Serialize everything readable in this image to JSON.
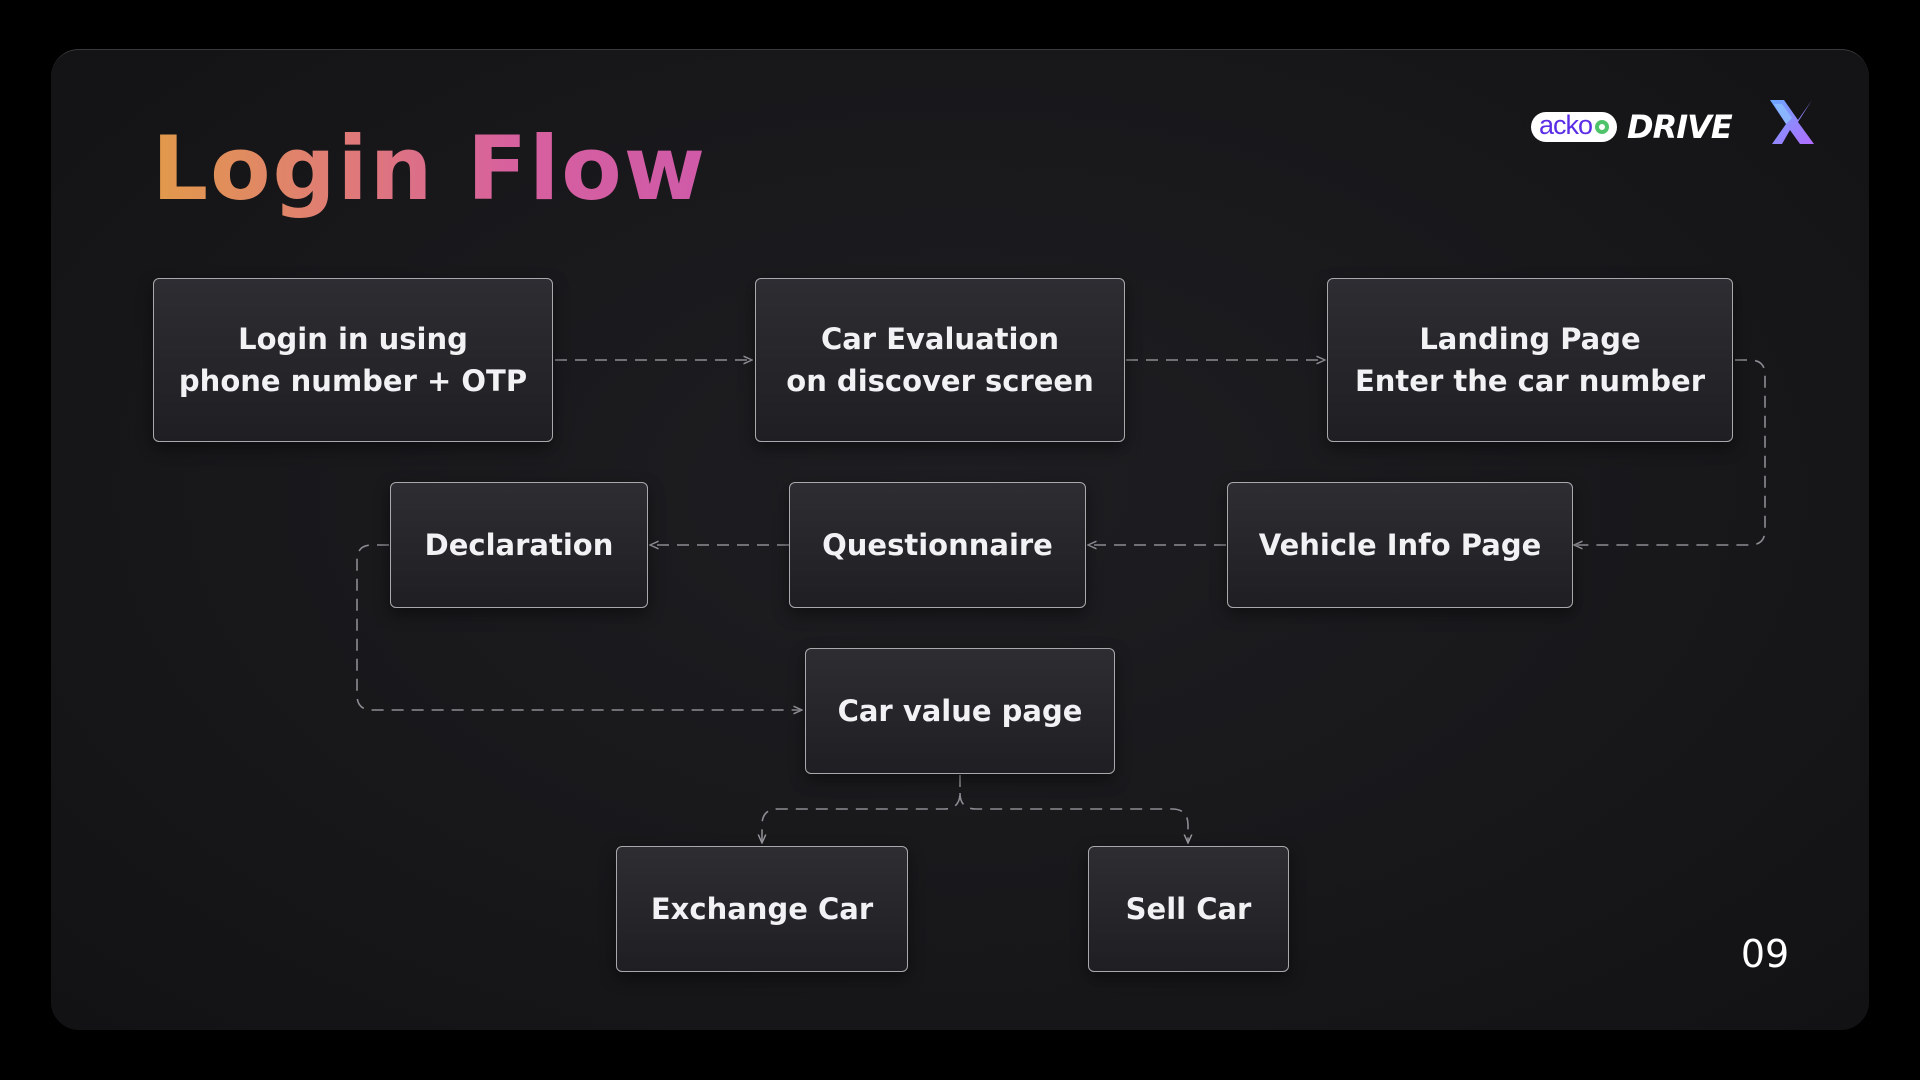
{
  "slide": {
    "title": "Login Flow",
    "page_number": "09"
  },
  "brand": {
    "acko_label": "acko",
    "drive_label": "DRIVE",
    "partner_logo": "x-partner-logo",
    "colors": {
      "acko_purple": "#5b2ee6",
      "acko_green": "#4fc36a",
      "partner_blue": "#6aa8ff",
      "partner_purple": "#b36bff"
    }
  },
  "title_gradient": [
    "#e29a4a",
    "#df7a78",
    "#d7609e",
    "#cf5aa8"
  ],
  "flow": {
    "nodes": [
      {
        "id": "login",
        "lines": [
          "Login in using",
          "phone number + OTP"
        ]
      },
      {
        "id": "car-evaluation",
        "lines": [
          "Car Evaluation",
          "on discover screen"
        ]
      },
      {
        "id": "landing-page",
        "lines": [
          "Landing Page",
          "Enter the car number"
        ]
      },
      {
        "id": "vehicle-info",
        "lines": [
          "Vehicle Info Page"
        ]
      },
      {
        "id": "questionnaire",
        "lines": [
          "Questionnaire"
        ]
      },
      {
        "id": "declaration",
        "lines": [
          "Declaration"
        ]
      },
      {
        "id": "car-value",
        "lines": [
          "Car value page"
        ]
      },
      {
        "id": "exchange-car",
        "lines": [
          "Exchange Car"
        ]
      },
      {
        "id": "sell-car",
        "lines": [
          "Sell Car"
        ]
      }
    ],
    "edges": [
      [
        "login",
        "car-evaluation"
      ],
      [
        "car-evaluation",
        "landing-page"
      ],
      [
        "landing-page",
        "vehicle-info"
      ],
      [
        "vehicle-info",
        "questionnaire"
      ],
      [
        "questionnaire",
        "declaration"
      ],
      [
        "declaration",
        "car-value"
      ],
      [
        "car-value",
        "exchange-car"
      ],
      [
        "car-value",
        "sell-car"
      ]
    ]
  }
}
